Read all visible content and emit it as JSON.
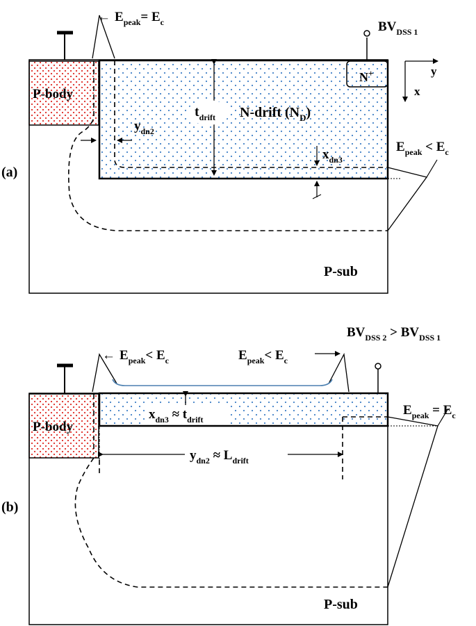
{
  "colors": {
    "p_dots": "#e0302a",
    "n_dots": "#3f7fc6",
    "epeak_curve": "#4a7fb0",
    "stroke": "#000000"
  },
  "panel_a": {
    "label": "(a)",
    "p_body": "P-body",
    "n_plus": "N+",
    "n_plus_base": "N",
    "n_plus_sup": "+",
    "epeak_top": {
      "lead": "←",
      "e": "E",
      "sub": "peak",
      "rel": "= E",
      "c": "c"
    },
    "bv": {
      "main": "BV",
      "sub": "DSS 1"
    },
    "axis_y": "y",
    "axis_x": "x",
    "t_drift": {
      "main": "t",
      "sub": "drift"
    },
    "n_drift": {
      "main": "N-drift (N",
      "sub": "D",
      "end": ")"
    },
    "y_dn2": {
      "main": "y",
      "sub": "dn2"
    },
    "x_dn3": {
      "main": "x",
      "sub": "dn3"
    },
    "epeak_side": {
      "e": "E",
      "sub": "peak",
      "rel": " < E",
      "c": "c"
    },
    "p_sub": "P-sub"
  },
  "panel_b": {
    "label": "(b)",
    "p_body": "P-body",
    "bv": {
      "a": "BV",
      "asub": "DSS 2",
      "rel": " > BV",
      "bsub": "DSS 1"
    },
    "epeak_left": {
      "lead": "←",
      "e": "E",
      "sub": "peak",
      "rel": "< E",
      "c": "c"
    },
    "epeak_right": {
      "e": "E",
      "sub": "peak",
      "rel": "< E",
      "c": "c"
    },
    "x_dn3": {
      "main": "x",
      "sub": "dn3",
      "rel": " ≈ t",
      "sub2": "drift"
    },
    "y_dn2": {
      "main": "y",
      "sub": "dn2",
      "rel": " ≈ L",
      "sub2": "drift"
    },
    "epeak_side": {
      "e": "E",
      "sub": "peak",
      "rel": " = E",
      "c": "c"
    },
    "p_sub": "P-sub"
  }
}
